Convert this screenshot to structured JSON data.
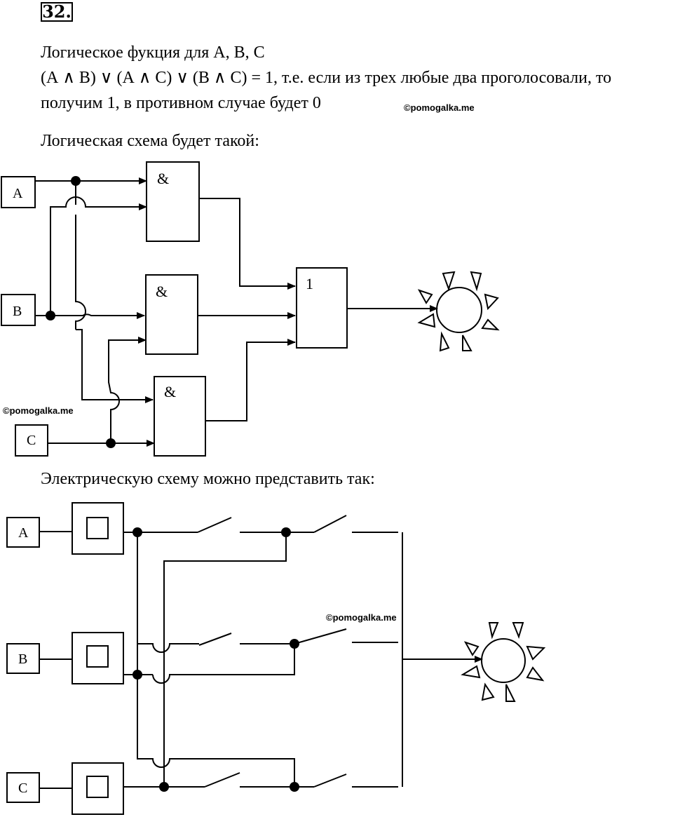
{
  "task_number": "32.",
  "text": {
    "line1": "Логическое фукция для А, В, С",
    "line2": "(А ∧ В) ∨ (А ∧ С) ∨ (В ∧ С) = 1, т.е. если из трех любые два проголосовали, то",
    "line3": "получим 1, в противном случае будет 0",
    "logic_caption": "Логическая схема будет такой:",
    "electric_caption": "Электрическую схему можно представить так:"
  },
  "watermark": "©pomogalka.me",
  "logic_scheme": {
    "inputs": [
      "A",
      "B",
      "C"
    ],
    "and_label": "&",
    "or_label": "1"
  },
  "electric_scheme": {
    "inputs": [
      "A",
      "B",
      "C"
    ]
  }
}
